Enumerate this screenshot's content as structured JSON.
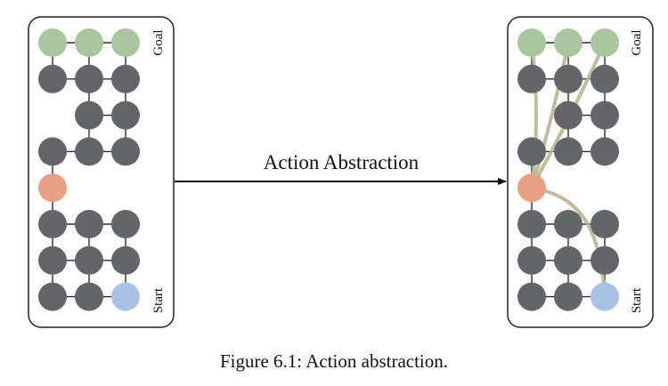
{
  "diagram": {
    "arrow_label": "Action Abstraction",
    "panels": [
      {
        "goal_label": "Goal",
        "start_label": "Start"
      },
      {
        "goal_label": "Goal",
        "start_label": "Start"
      }
    ],
    "grid": {
      "rows": 8,
      "cols": 3,
      "missing": [
        [
          2,
          0
        ],
        [
          4,
          1
        ],
        [
          4,
          2
        ]
      ],
      "special": {
        "goal": [
          [
            0,
            0
          ],
          [
            0,
            1
          ],
          [
            0,
            2
          ]
        ],
        "start": [
          [
            7,
            2
          ]
        ],
        "subgoal": [
          [
            4,
            0
          ]
        ]
      }
    },
    "abstract_actions": [
      {
        "from": [
          7,
          2
        ],
        "to": [
          4,
          0
        ]
      },
      {
        "from": [
          4,
          0
        ],
        "to": [
          0,
          0
        ]
      },
      {
        "from": [
          4,
          0
        ],
        "to": [
          0,
          1
        ]
      },
      {
        "from": [
          4,
          0
        ],
        "to": [
          0,
          2
        ]
      }
    ],
    "colors": {
      "node": "#636569",
      "goal": "#a9c6a0",
      "start": "#a9c1e3",
      "subgoal": "#e9a183",
      "path": "#b8b598",
      "edge": "#2b2b2b"
    }
  },
  "caption": "Figure 6.1: Action abstraction."
}
